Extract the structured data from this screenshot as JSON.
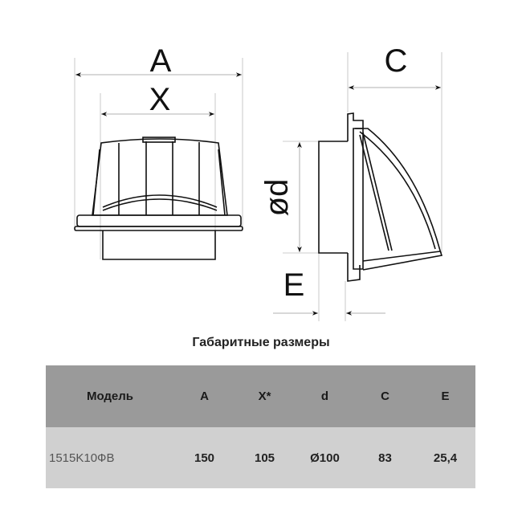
{
  "labels": {
    "A": "A",
    "X": "X",
    "C": "C",
    "d": "ød",
    "E": "E"
  },
  "table": {
    "title": "Габаритные размеры",
    "headers": [
      "Модель",
      "A",
      "X*",
      "d",
      "C",
      "E"
    ],
    "rows": [
      [
        "1515K10ФB",
        "150",
        "105",
        "Ø100",
        "83",
        "25,4"
      ]
    ]
  }
}
